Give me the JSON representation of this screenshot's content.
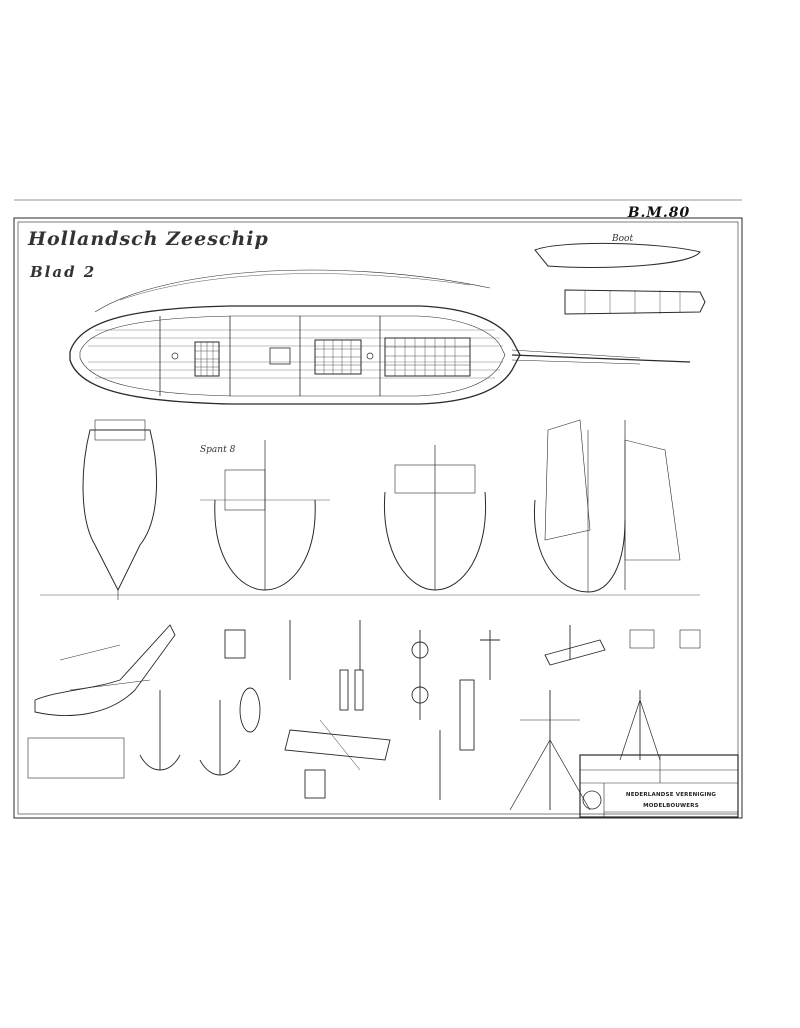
{
  "sheet": {
    "code": "B.M.80",
    "title": "Hollandsch Zeeschip",
    "subtitle": "Blad 2"
  },
  "labels": {
    "boot": "Boot",
    "section": "Spant 8"
  },
  "title_block": {
    "line1": "NEDERLANDSE VERENIGING",
    "line2": "MODELBOUWERS"
  }
}
